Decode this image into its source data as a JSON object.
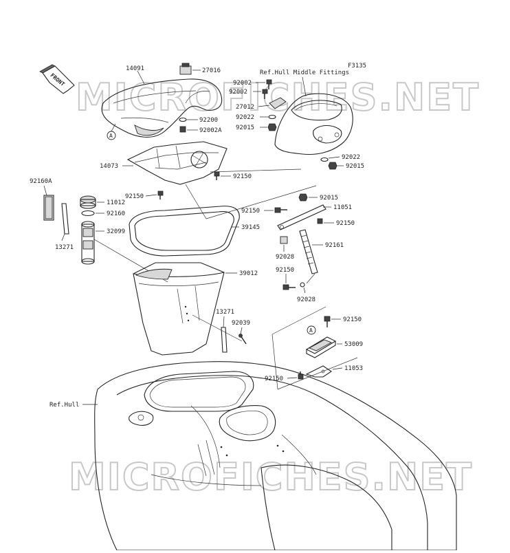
{
  "diagram_code": "F3135",
  "front_label": "FRONT",
  "watermark": "MICROFICHES.NET",
  "ref_labels": {
    "hull_middle": "Ref.Hull Middle Fittings",
    "hull": "Ref.Hull"
  },
  "parts": [
    {
      "id": "p14091",
      "label": "14091"
    },
    {
      "id": "p27016",
      "label": "27016"
    },
    {
      "id": "p92002a1",
      "label": "92002"
    },
    {
      "id": "p92002b",
      "label": "92002"
    },
    {
      "id": "p27012",
      "label": "27012"
    },
    {
      "id": "p92022a",
      "label": "92022"
    },
    {
      "id": "p92015a",
      "label": "92015"
    },
    {
      "id": "p92200",
      "label": "92200"
    },
    {
      "id": "p92002A",
      "label": "92002A"
    },
    {
      "id": "p14073",
      "label": "14073"
    },
    {
      "id": "p92150a",
      "label": "92150"
    },
    {
      "id": "p92022b",
      "label": "92022"
    },
    {
      "id": "p92015b",
      "label": "92015"
    },
    {
      "id": "p92150b",
      "label": "92150"
    },
    {
      "id": "p92160A",
      "label": "92160A"
    },
    {
      "id": "p11012",
      "label": "11012"
    },
    {
      "id": "p92160",
      "label": "92160"
    },
    {
      "id": "p32099",
      "label": "32099"
    },
    {
      "id": "p13271a",
      "label": "13271"
    },
    {
      "id": "p92015c",
      "label": "92015"
    },
    {
      "id": "p11051",
      "label": "11051"
    },
    {
      "id": "p92150c",
      "label": "92150"
    },
    {
      "id": "p92150d",
      "label": "92150"
    },
    {
      "id": "p39145",
      "label": "39145"
    },
    {
      "id": "p92161",
      "label": "92161"
    },
    {
      "id": "p92028a",
      "label": "92028"
    },
    {
      "id": "p92150e",
      "label": "92150"
    },
    {
      "id": "p92028b",
      "label": "92028"
    },
    {
      "id": "p39012",
      "label": "39012"
    },
    {
      "id": "p13271b",
      "label": "13271"
    },
    {
      "id": "p92039",
      "label": "92039"
    },
    {
      "id": "p92150f",
      "label": "92150"
    },
    {
      "id": "p53009",
      "label": "53009"
    },
    {
      "id": "p11053",
      "label": "11053"
    },
    {
      "id": "p92150g",
      "label": "92150"
    }
  ],
  "callouts": {
    "a1": "A",
    "a2": "A"
  }
}
